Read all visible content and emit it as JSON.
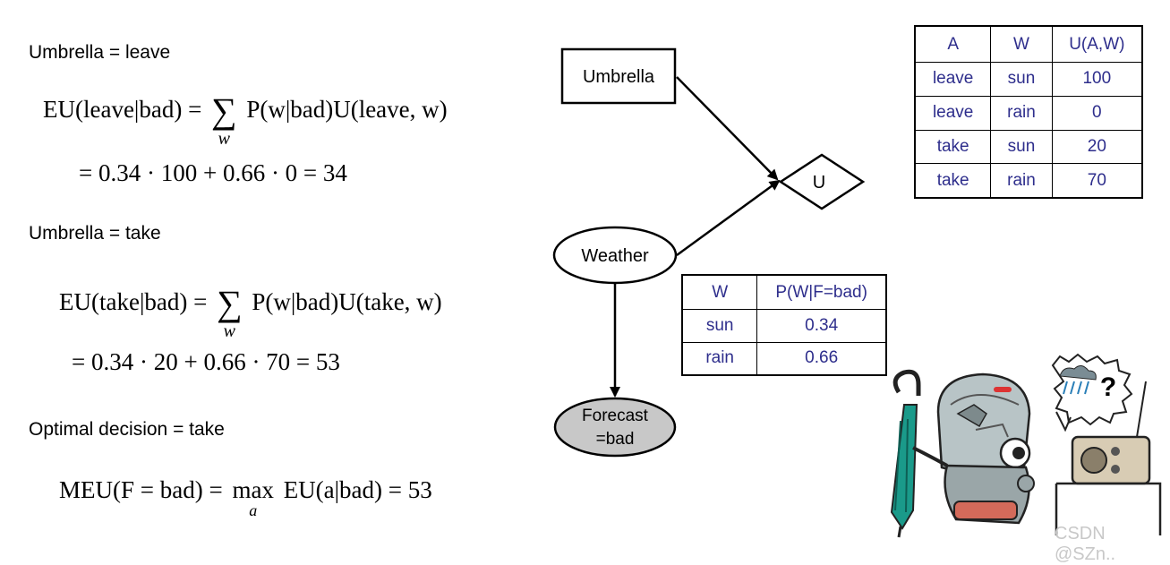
{
  "left": {
    "case1_label": "Umbrella = leave",
    "case2_label": "Umbrella = take",
    "case3_label": "Optimal decision = take",
    "eq1_lhs": "EU(leave|bad) =",
    "eq1_rhs": "P(w|bad)U(leave, w)",
    "eq1_line2": "= 0.34 · 100 + 0.66 · 0 = 34",
    "eq2_lhs": "EU(take|bad) =",
    "eq2_rhs": "P(w|bad)U(take, w)",
    "eq2_line2": "= 0.34 · 20 + 0.66 · 70 = 53",
    "eq3_lhs": "MEU(F = bad) =",
    "eq3_rhs": "EU(a|bad) = 53",
    "sum_symbol": "∑",
    "sum_sub": "w",
    "max_word": "max",
    "max_sub": "a"
  },
  "diagram": {
    "umbrella_node": "Umbrella",
    "utility_node": "U",
    "weather_node": "Weather",
    "forecast_node_line1": "Forecast",
    "forecast_node_line2": "=bad"
  },
  "utility_table": {
    "headers": [
      "A",
      "W",
      "U(A,W)"
    ],
    "rows": [
      [
        "leave",
        "sun",
        "100"
      ],
      [
        "leave",
        "rain",
        "0"
      ],
      [
        "take",
        "sun",
        "20"
      ],
      [
        "take",
        "rain",
        "70"
      ]
    ]
  },
  "prob_table": {
    "headers": [
      "W",
      "P(W|F=bad)"
    ],
    "rows": [
      [
        "sun",
        "0.34"
      ],
      [
        "rain",
        "0.66"
      ]
    ]
  },
  "illustration": {
    "question_mark": "?",
    "icon": "robot-umbrella-radio-illustration"
  },
  "watermark": "CSDN @SZn..",
  "colors": {
    "table_text": "#2e2e8c",
    "forecast_fill": "#c8c8c8",
    "umbrella_teal": "#1a9a8a"
  }
}
